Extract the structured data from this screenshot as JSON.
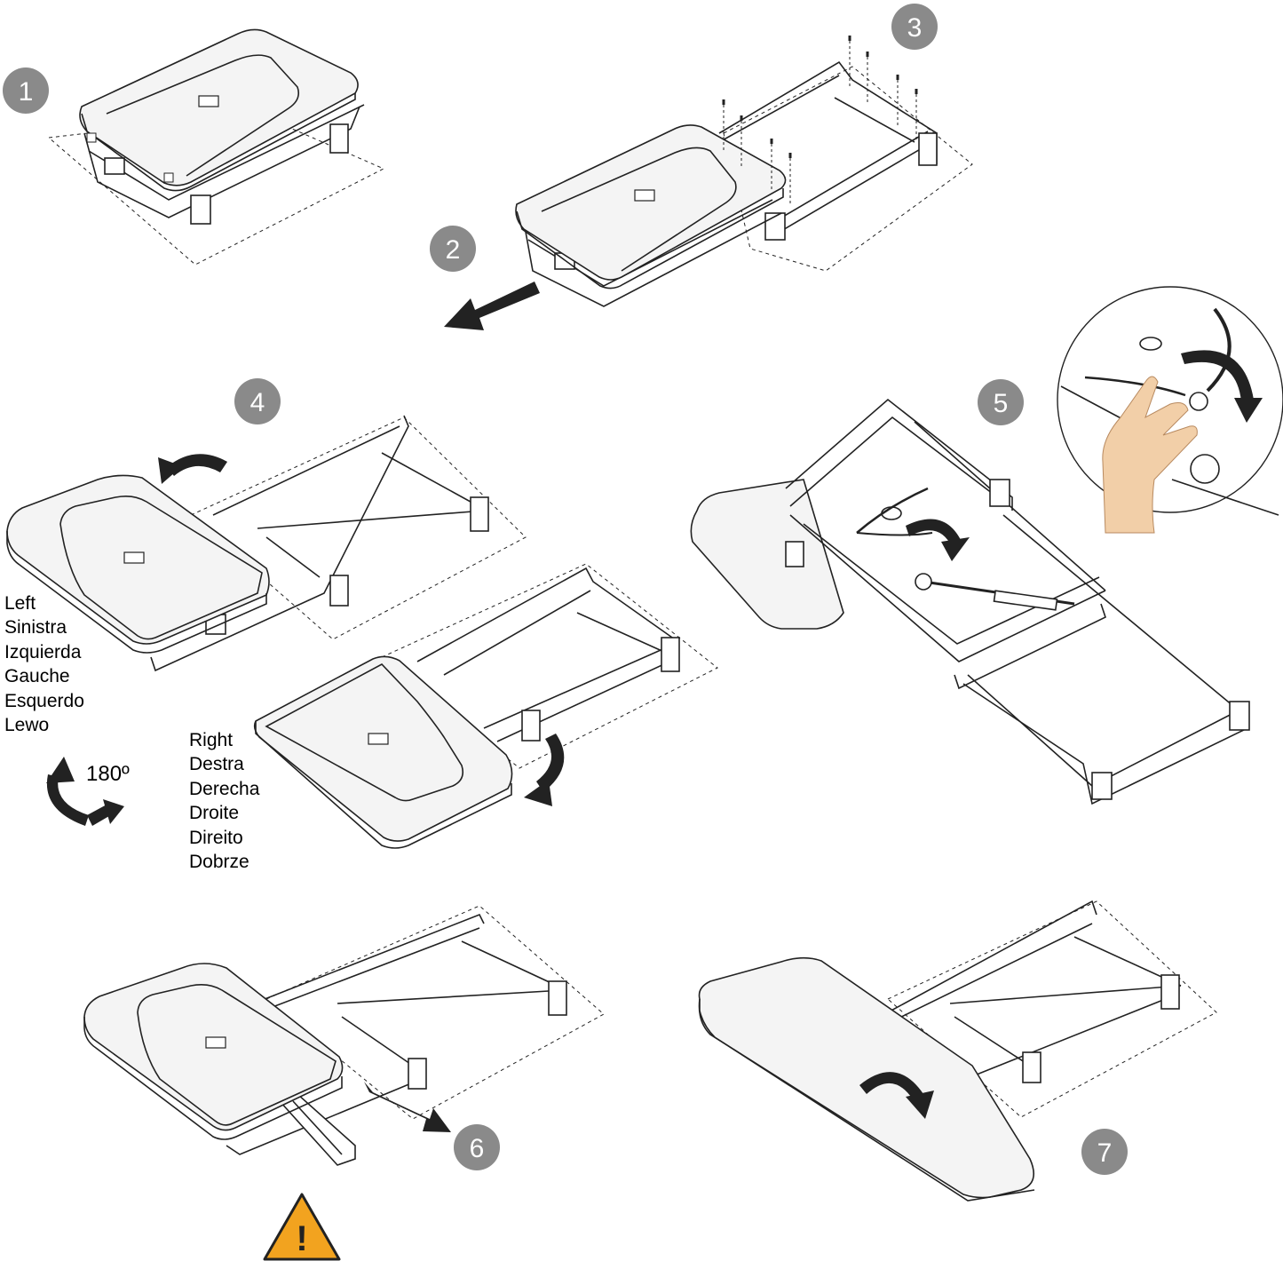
{
  "steps": [
    "1",
    "2",
    "3",
    "4",
    "5",
    "6",
    "7"
  ],
  "labels_left": [
    "Left",
    "Sinistra",
    "Izquierda",
    "Gauche",
    "Esquerdo",
    "Lewo"
  ],
  "labels_right": [
    "Right",
    "Destra",
    "Derecha",
    "Droite",
    "Direito",
    "Dobrze"
  ],
  "rotation_label": "180º",
  "warning_symbol": "!",
  "icons": [
    "step-badge-circle",
    "direction-arrow",
    "curved-rotate-arrow",
    "warning-triangle-icon",
    "hand-icon",
    "screw-icon"
  ],
  "colors": {
    "badge_fill": "#8a8a8a",
    "line": "#222222",
    "board_fill": "#f4f4f4",
    "warning_fill": "#f2a31f",
    "skin": "#f2cfa8"
  }
}
